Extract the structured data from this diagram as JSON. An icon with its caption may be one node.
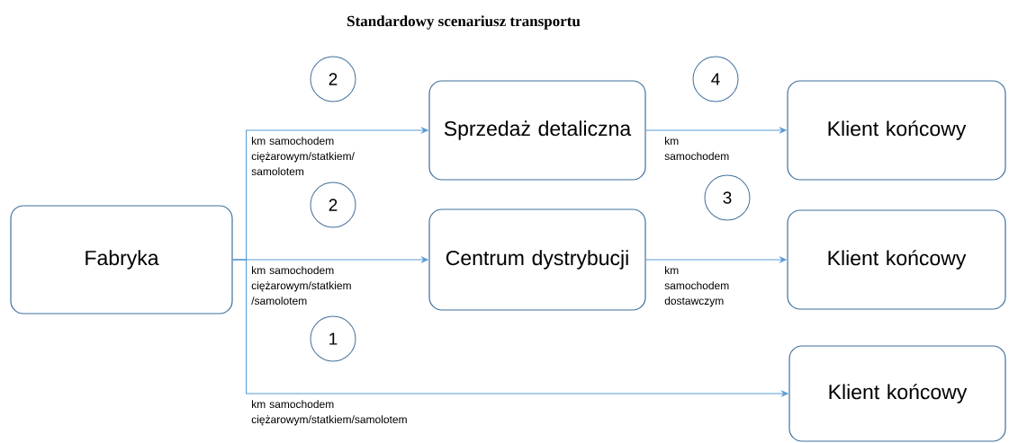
{
  "diagram": {
    "title": "Standardowy scenariusz transportu",
    "nodes": [
      {
        "text": [
          "2"
        ]
      },
      {
        "text": [
          "4"
        ]
      },
      {
        "text": [
          "Sprzedaż detaliczna"
        ]
      },
      {
        "text": [
          "Klient końcowy"
        ]
      },
      {
        "text": [
          "2"
        ]
      },
      {
        "text": [
          "3"
        ]
      },
      {
        "text": [
          "Fabryka"
        ]
      },
      {
        "text": [
          "Centrum dystrybucji"
        ]
      },
      {
        "text": [
          "Klient końcowy"
        ]
      },
      {
        "text": [
          "1"
        ]
      },
      {
        "text": [
          "Klient końcowy"
        ]
      }
    ],
    "edges": [
      {
        "from": 6,
        "to": 2,
        "arrow": "to",
        "label": "km samochodem ciężarowym/statkiem/ samolotem"
      },
      {
        "from": 2,
        "to": 3,
        "arrow": "to",
        "label": "km samochodem"
      },
      {
        "from": 6,
        "to": 7,
        "arrow": "to",
        "label": "km samochodem ciężarowym/statkiem /samolotem"
      },
      {
        "from": 7,
        "to": 8,
        "arrow": "to",
        "label": "km samochodem dostawczym"
      },
      {
        "from": 6,
        "to": 10,
        "arrow": "to",
        "label": "km samochodem ciężarowym/statkiem/samolotem"
      }
    ]
  }
}
